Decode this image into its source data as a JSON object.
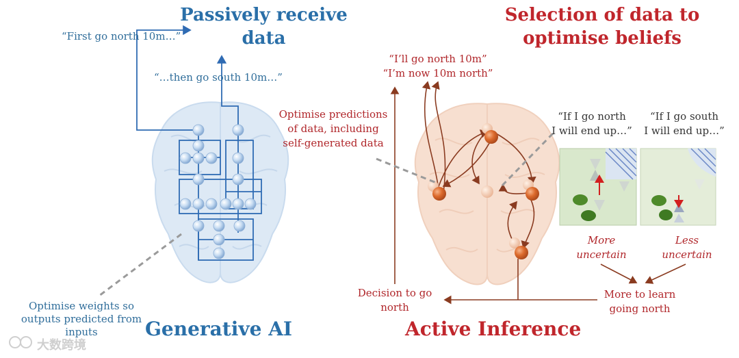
{
  "left": {
    "heading_line1": "Passively receive",
    "heading_line2": "data",
    "quote_north": "“First go north 10m…”",
    "quote_south": "“…then go south 10m…”",
    "note_line1": "Optimise weights so",
    "note_line2": "outputs predicted from",
    "note_line3": "inputs",
    "bottom_label": "Generative AI"
  },
  "right": {
    "heading_line1": "Selection of data to",
    "heading_line2": "optimise beliefs",
    "quote_line1": "“I’ll go north 10m”",
    "quote_line2": "“I’m now 10m north”",
    "predict_line1": "Optimise predictions",
    "predict_line2": "of data, including",
    "predict_line3": "self-generated data",
    "if_north_line1": "“If I go north",
    "if_north_line2": "I will end up…”",
    "if_south_line1": "“If I go south",
    "if_south_line2": "I will end up…”",
    "more_uncertain_line1": "More",
    "more_uncertain_line2": "uncertain",
    "less_uncertain_line1": "Less",
    "less_uncertain_line2": "uncertain",
    "decision_line1": "Decision to go",
    "decision_line2": "north",
    "learn_line1": "More to learn",
    "learn_line2": "going north",
    "bottom_label": "Active Inference"
  },
  "watermark": "大数跨境",
  "colors": {
    "blue_text": "#2a6fa8",
    "red_text": "#c0262c",
    "brain_blue": "#dce8f4",
    "brain_peach": "#f6dccb",
    "node_orange": "#d5622a",
    "node_blue": "#b8d0ec"
  }
}
